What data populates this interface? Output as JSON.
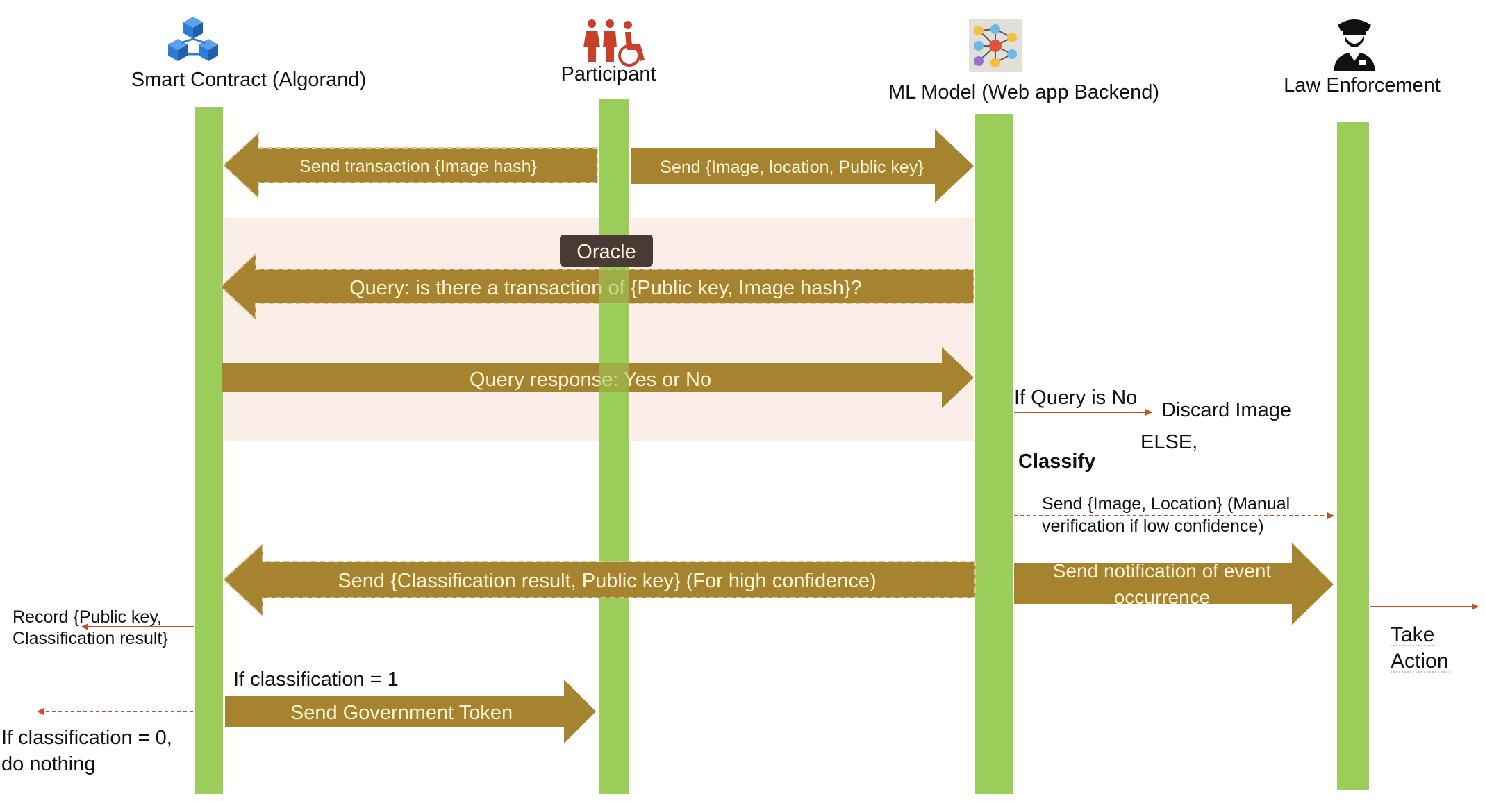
{
  "participants": {
    "smart_contract": "Smart Contract (Algorand)",
    "participant": "Participant",
    "ml_model": "ML Model (Web app Backend)",
    "law_enforcement": "Law Enforcement"
  },
  "icons": {
    "smart_contract": "blockchain-cubes-icon",
    "participant": "people-group-icon",
    "ml_model": "neural-network-icon",
    "law_enforcement": "police-officer-icon"
  },
  "oracle": {
    "label": "Oracle"
  },
  "messages": {
    "send_transaction": "Send transaction {Image hash}",
    "send_image": "Send {Image, location, Public key}",
    "query": "Query: is there a transaction of {Public key, Image hash}?",
    "query_response": "Query response: Yes or No",
    "send_classification": "Send {Classification result, Public key} (For high confidence)",
    "send_notification_line1": "Send notification of event",
    "send_notification_line2": "occurrence",
    "send_token": "Send Government Token"
  },
  "notes": {
    "if_query_no": "If Query is No",
    "discard_image": "Discard Image",
    "else": "ELSE,",
    "classify": "Classify",
    "manual_verification_line1": "Send {Image, Location} (Manual",
    "manual_verification_line2": "verification if low confidence)",
    "record_line1": "Record {Public key,",
    "record_line2": "Classification result}",
    "if_class_1": "If classification = 1",
    "if_class_0_line1": "If classification = 0,",
    "if_class_0_line2": "do nothing",
    "take_action_line1": "Take",
    "take_action_line2": "Action"
  },
  "colors": {
    "lifeline": "#9ACD5A",
    "arrow_fill": "#A6832E",
    "arrow_text": "#FFF3D6",
    "oracle_band": "#FBEDE8",
    "oracle_label_bg": "#4A3A35",
    "red_arrow": "#C4502C",
    "text": "#111111",
    "icon_blue": "#2E7BD6",
    "icon_red": "#C9402A"
  }
}
